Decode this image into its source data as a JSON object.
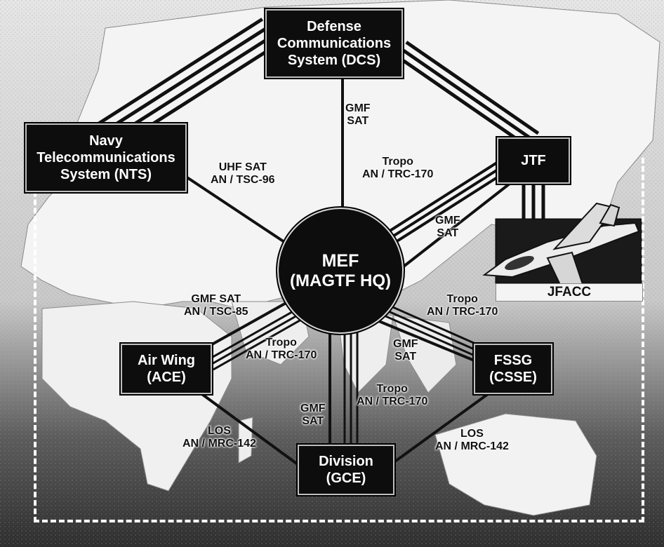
{
  "nodes": {
    "dcs": [
      "Defense",
      "Communications",
      "System (DCS)"
    ],
    "nts": [
      "Navy",
      "Telecommunications",
      "System (NTS)"
    ],
    "jtf": [
      "JTF"
    ],
    "mef": [
      "MEF",
      "(MAGTF HQ)"
    ],
    "ace": [
      "Air Wing",
      "(ACE)"
    ],
    "csse": [
      "FSSG",
      "(CSSE)"
    ],
    "gce": [
      "Division",
      "(GCE)"
    ],
    "jfacc": "JFACC"
  },
  "links": {
    "dcs_mef": [
      "GMF",
      "SAT"
    ],
    "nts_mef": [
      "UHF SAT",
      "AN / TSC-96"
    ],
    "jtf_mef_tropo": [
      "Tropo",
      "AN / TRC-170"
    ],
    "jtf_mef_gmf": [
      "GMF",
      "SAT"
    ],
    "ace_mef_gmf": [
      "GMF SAT",
      "AN / TSC-85"
    ],
    "ace_mef_tropo": [
      "Tropo",
      "AN / TRC-170"
    ],
    "csse_mef_tropo": [
      "Tropo",
      "AN / TRC-170"
    ],
    "csse_mef_gmf": [
      "GMF",
      "SAT"
    ],
    "gce_mef_gmf": [
      "GMF",
      "SAT"
    ],
    "gce_mef_tropo": [
      "Tropo",
      "AN / TRC-170"
    ],
    "ace_gce": [
      "LOS",
      "AN / MRC-142"
    ],
    "csse_gce": [
      "LOS",
      "AN / MRC-142"
    ]
  },
  "colors": {
    "node_fill": "#0d0d0d",
    "node_text": "#ffffff",
    "line": "#111111",
    "map_land": "#f2f2f2"
  }
}
